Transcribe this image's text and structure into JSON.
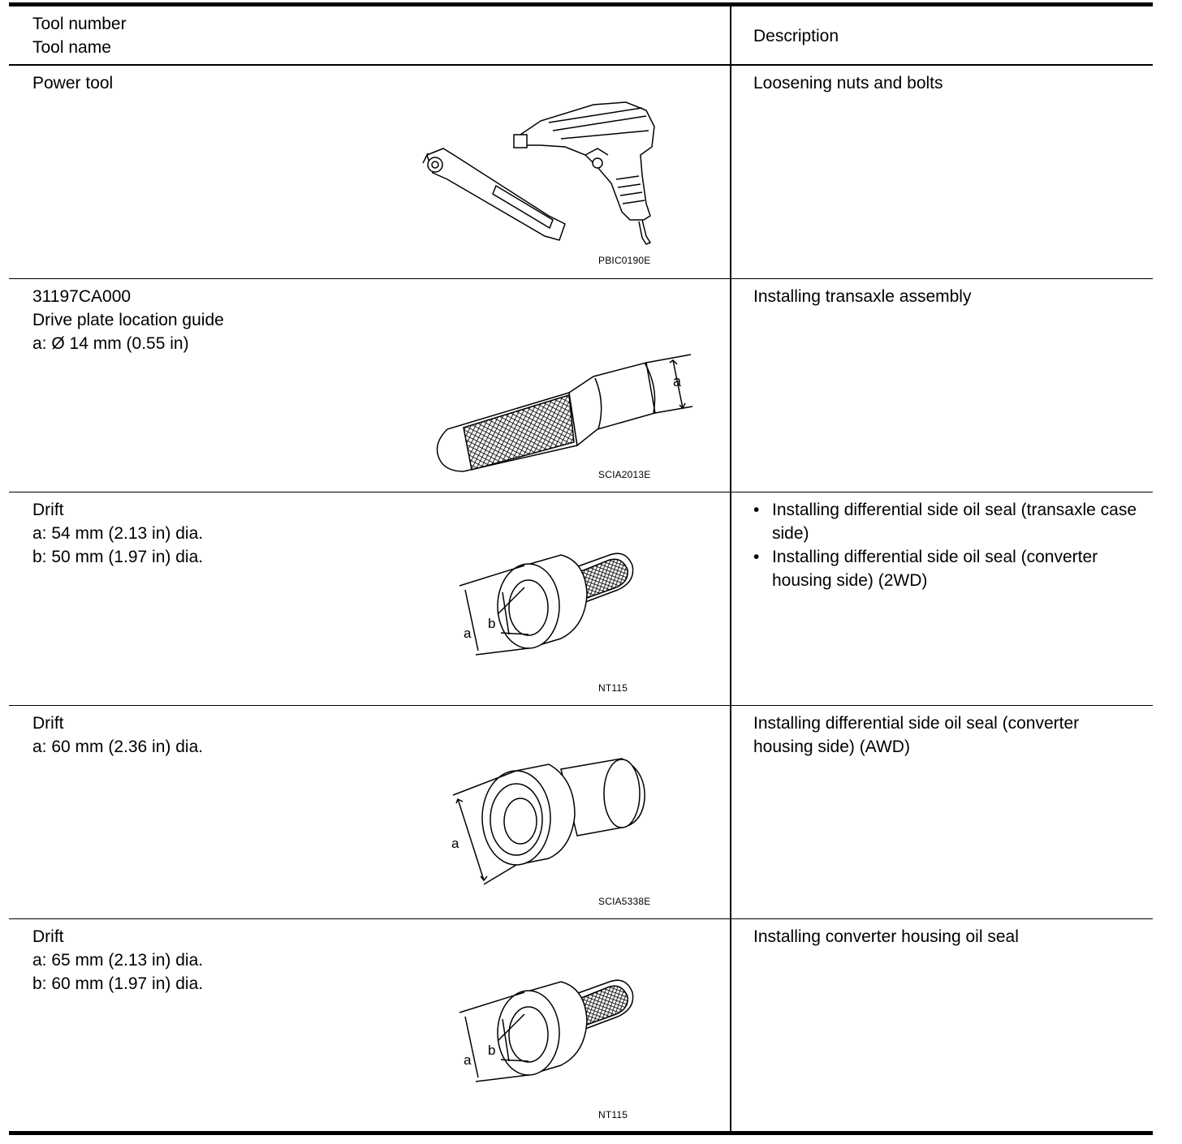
{
  "header": {
    "tool_number_label": "Tool number",
    "tool_name_label": "Tool name",
    "description_label": "Description"
  },
  "rows": [
    {
      "lines": [
        "Power tool"
      ],
      "description": "Loosening nuts and bolts",
      "figure_code": "PBIC0190E",
      "icon": "power-tools-illustration"
    },
    {
      "lines": [
        "31197CA000",
        "Drive plate location guide",
        "a: Ø 14 mm (0.55 in)"
      ],
      "description": "Installing transaxle assembly",
      "figure_code": "SCIA2013E",
      "dim_labels": [
        "a"
      ],
      "icon": "location-guide-illustration"
    },
    {
      "lines": [
        "Drift",
        "a: 54 mm (2.13 in) dia.",
        "b: 50 mm (1.97 in) dia."
      ],
      "description_bullets": [
        "Installing differential side oil seal (transaxle case side)",
        "Installing differential side oil seal (converter housing side) (2WD)"
      ],
      "figure_code": "NT115",
      "dim_labels": [
        "a",
        "b"
      ],
      "icon": "drift-knurled-illustration"
    },
    {
      "lines": [
        "Drift",
        "a: 60 mm (2.36 in) dia."
      ],
      "description": "Installing differential side oil seal (converter housing side) (AWD)",
      "figure_code": "SCIA5338E",
      "dim_labels": [
        "a"
      ],
      "icon": "drift-plain-illustration"
    },
    {
      "lines": [
        "Drift",
        "a: 65 mm (2.13 in) dia.",
        "b: 60 mm (1.97 in) dia."
      ],
      "description": "Installing converter housing oil seal",
      "figure_code": "NT115",
      "dim_labels": [
        "a",
        "b"
      ],
      "icon": "drift-knurled-illustration"
    }
  ]
}
